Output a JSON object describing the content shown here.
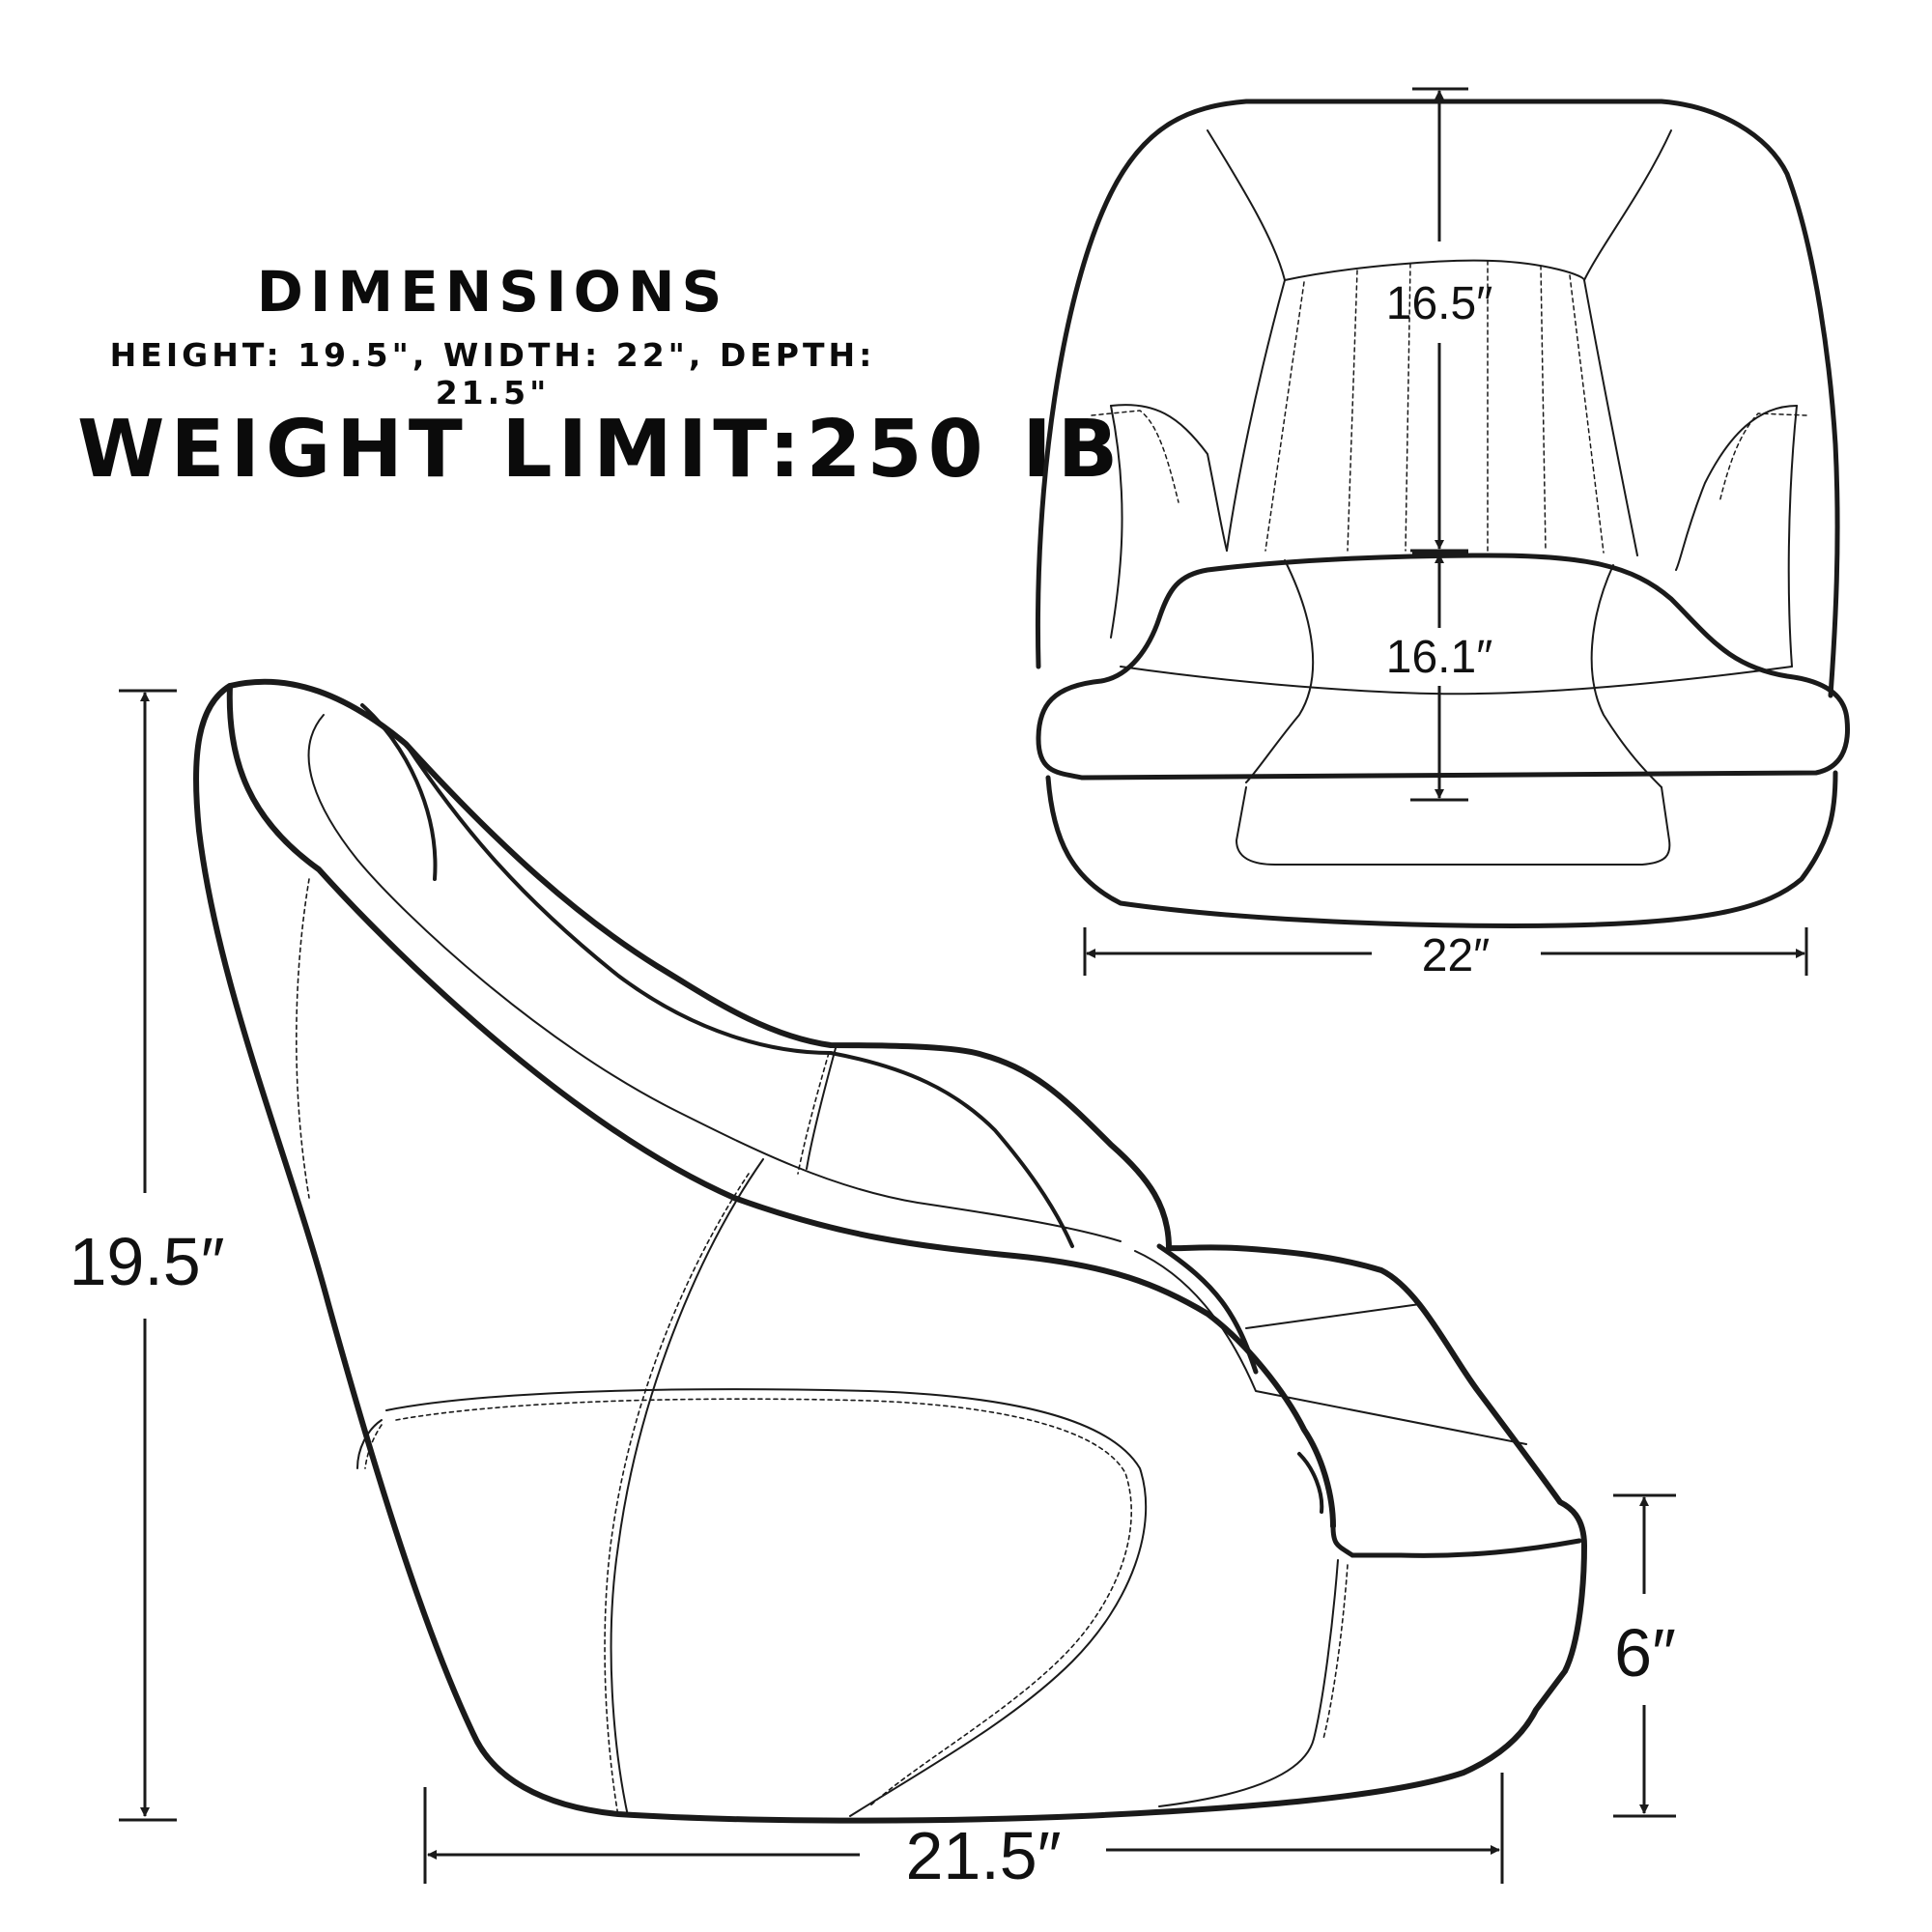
{
  "header": {
    "title": "DIMENSIONS",
    "subtitle": "HEIGHT: 19.5\", WIDTH: 22\", DEPTH: 21.5\"",
    "weight_limit": "WEIGHT LIMIT:250 IB"
  },
  "front_view": {
    "backrest_height": "16.5″",
    "seat_depth": "16.1″",
    "width": "22″"
  },
  "side_view": {
    "height": "19.5″",
    "depth": "21.5″",
    "base_height": "6″"
  },
  "colors": {
    "outline": "#1a1a1a",
    "background": "#ffffff"
  }
}
